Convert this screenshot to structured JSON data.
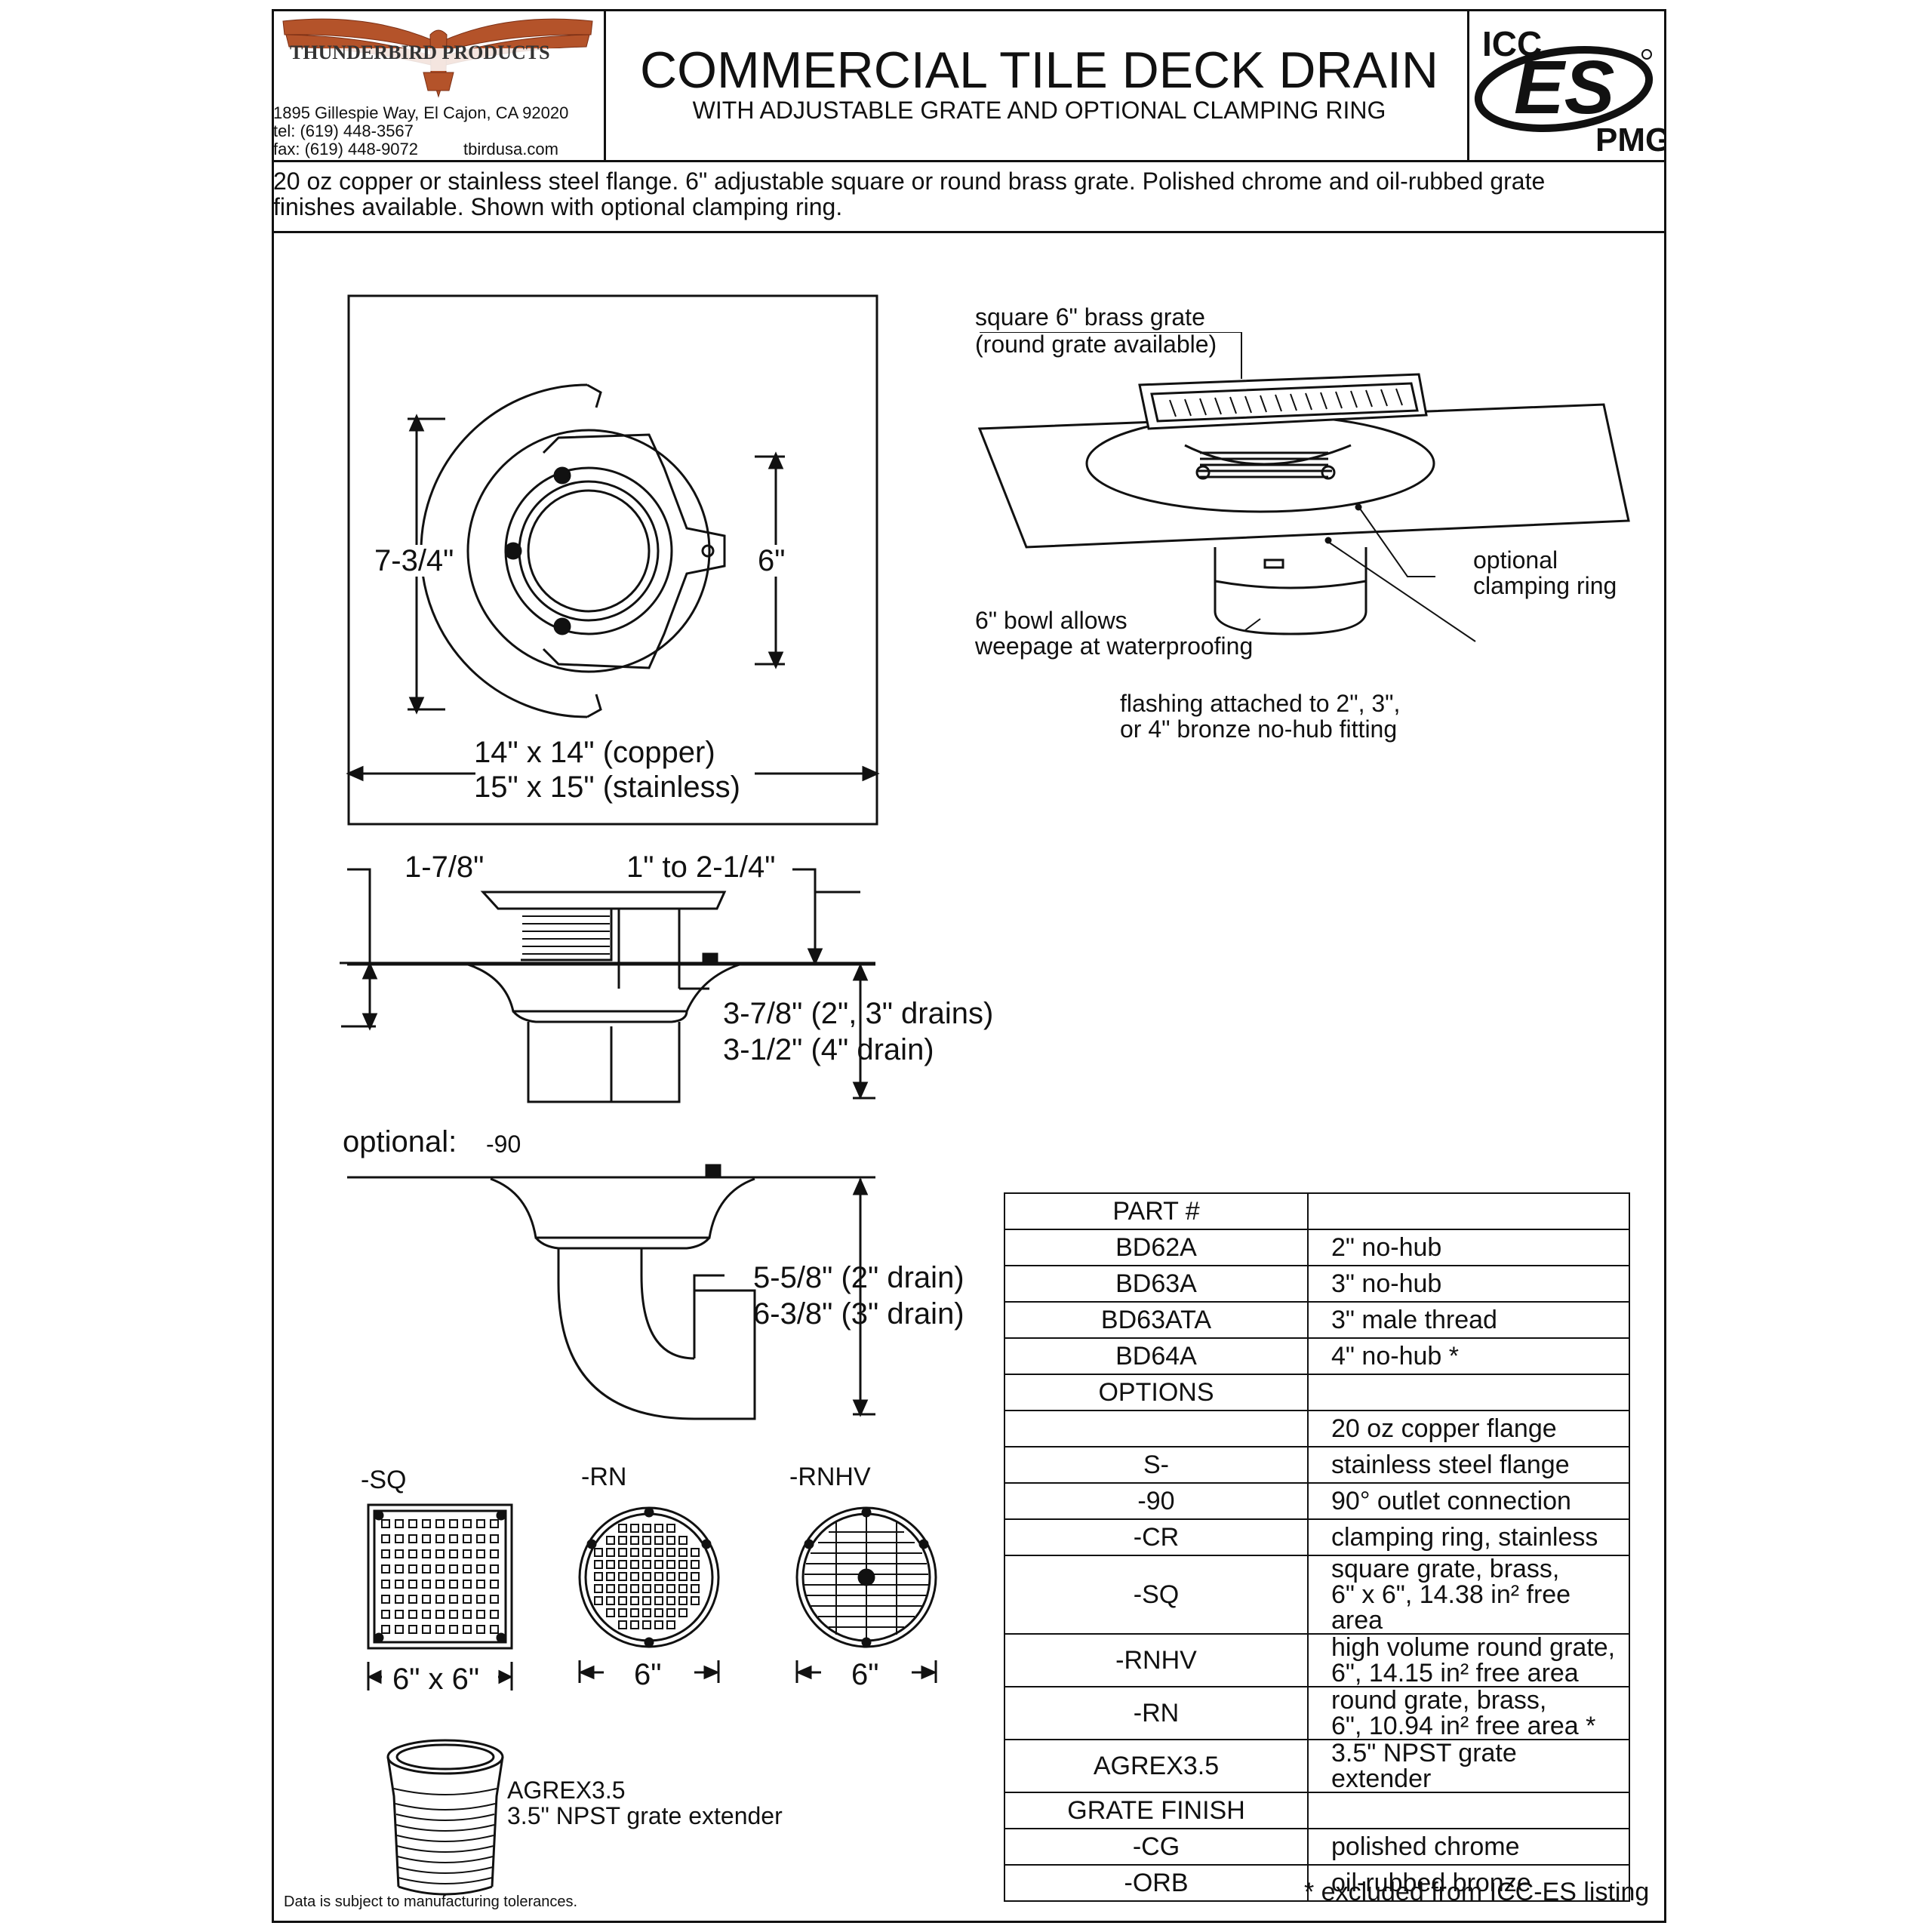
{
  "company": {
    "name": "THUNDERBIRD PRODUCTS",
    "address": "1895 Gillespie Way,  El Cajon,  CA 92020",
    "tel": "tel:  (619)  448-3567",
    "fax": "fax: (619)  448-9072",
    "web": "tbirdusa.com"
  },
  "title": "COMMERCIAL TILE DECK DRAIN",
  "subtitle": "WITH ADJUSTABLE GRATE AND OPTIONAL CLAMPING RING",
  "cert": {
    "top": "ICC",
    "mid": "ES",
    "bottom": "PMG"
  },
  "description": {
    "line1": "20 oz copper or stainless steel flange. 6\" adjustable square or round brass grate. Polished chrome and oil-rubbed grate",
    "line2": "finishes available. Shown with optional clamping ring."
  },
  "top_view": {
    "height_dim": "7-3/4\"",
    "bowl_dim": "6\"",
    "size_copper": "14\" x 14\" (copper)",
    "size_stainless": "15\" x 15\" (stainless)"
  },
  "iso_view": {
    "grate_label_1": "square 6\" brass grate",
    "grate_label_2": "(round grate available)",
    "ring_label_1": "optional",
    "ring_label_2": "clamping ring",
    "bowl_label_1": "6\" bowl allows",
    "bowl_label_2": "weepage at waterproofing",
    "flash_label_1": "flashing attached to 2\", 3\",",
    "flash_label_2": "or 4\" bronze no-hub fitting"
  },
  "section_view": {
    "left_dim": "1-7/8\"",
    "adjust_dim": "1\" to 2-1/4\"",
    "depth_1": "3-7/8\" (2\", 3\" drains)",
    "depth_2": "3-1/2\" (4\" drain)"
  },
  "optional_view": {
    "label": "optional:",
    "code": "-90",
    "depth_1": "5-5/8\" (2\" drain)",
    "depth_2": "6-3/8\" (3\" drain)"
  },
  "grates": [
    {
      "code": "-SQ",
      "dim": "6\" x 6\""
    },
    {
      "code": "-RN",
      "dim": "6\""
    },
    {
      "code": "-RNHV",
      "dim": "6\""
    }
  ],
  "extender": {
    "code": "AGREX3.5",
    "desc": "3.5\" NPST grate extender"
  },
  "table": {
    "rows": [
      {
        "a": "PART #",
        "b": ""
      },
      {
        "a": "BD62A",
        "b": "2\" no-hub"
      },
      {
        "a": "BD63A",
        "b": "3\" no-hub"
      },
      {
        "a": "BD63ATA",
        "b": "3\" male thread"
      },
      {
        "a": "BD64A",
        "b": "4\" no-hub *"
      },
      {
        "a": "OPTIONS",
        "b": ""
      },
      {
        "a": "",
        "b": "20 oz copper flange"
      },
      {
        "a": "S-",
        "b": "stainless steel flange"
      },
      {
        "a": "-90",
        "b": "90° outlet connection"
      },
      {
        "a": "-CR",
        "b": "clamping ring, stainless"
      },
      {
        "a": "-SQ",
        "b": "square grate, brass,",
        "b2": "6\" x 6\", 14.38 in² free area"
      },
      {
        "a": "-RNHV",
        "b": "high volume round grate,",
        "b2": "6\", 14.15 in² free area"
      },
      {
        "a": "-RN",
        "b": "round grate, brass,",
        "b2": "6\", 10.94 in² free area *"
      },
      {
        "a": "AGREX3.5",
        "b": "3.5\" NPST grate extender"
      },
      {
        "a": "GRATE FINISH",
        "b": ""
      },
      {
        "a": "-CG",
        "b": "polished chrome"
      },
      {
        "a": "-ORB",
        "b": "oil-rubbed bronze"
      }
    ]
  },
  "footer": {
    "tolerance": "Data is subject to manufacturing tolerances.",
    "excluded": "* excluded from ICC-ES listing"
  }
}
